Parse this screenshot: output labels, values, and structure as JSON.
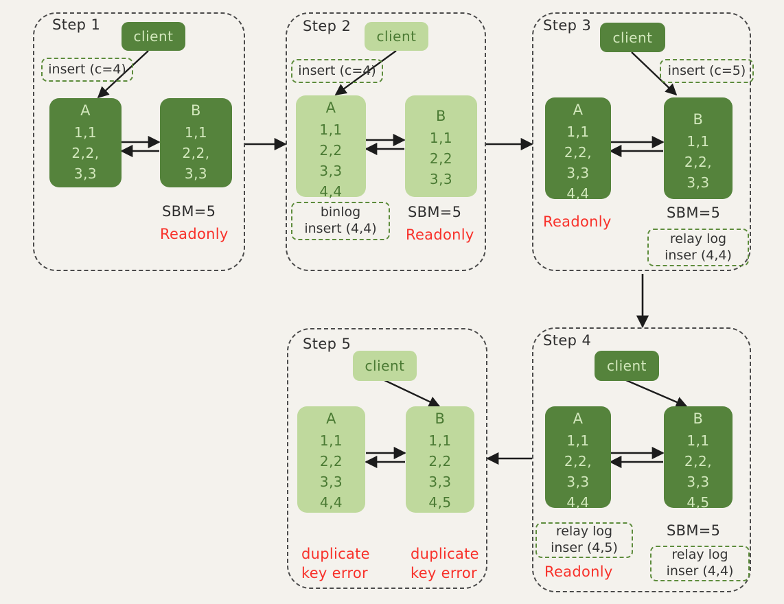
{
  "diagram": {
    "title_steps": [
      "Step 1",
      "Step 2",
      "Step 3",
      "Step 4",
      "Step 5"
    ],
    "client_label": "client",
    "node_a_label": "A",
    "node_b_label": "B",
    "colors": {
      "background": "#f4f2ed",
      "dark_green": "#55833c",
      "light_green": "#bfd99d",
      "dark_green_text": "#d3e8bd",
      "light_green_text": "#4a7a33",
      "note_border": "#5d8c3c",
      "panel_border": "#4a4a4a",
      "error_red": "#f8312a",
      "text": "#2f2f2f"
    }
  },
  "steps": [
    {
      "id": "step1",
      "title": "Step 1",
      "client": "client",
      "client_fill": "dark",
      "note_top": "insert (c=4)",
      "a": {
        "name": "A",
        "rows": [
          "1,1",
          "2,2,",
          "3,3"
        ],
        "fill": "dark"
      },
      "b": {
        "name": "B",
        "rows": [
          "1,1",
          "2,2,",
          "3,3"
        ],
        "fill": "dark"
      },
      "b_sbm": "SBM=5",
      "b_status": "Readonly"
    },
    {
      "id": "step2",
      "title": "Step 2",
      "client": "client",
      "client_fill": "light",
      "note_top": "insert (c=4)",
      "a": {
        "name": "A",
        "rows": [
          "1,1",
          "2,2",
          "3,3",
          "4,4"
        ],
        "fill": "light"
      },
      "b": {
        "name": "B",
        "rows": [
          "1,1",
          "2,2",
          "3,3"
        ],
        "fill": "light"
      },
      "a_note": {
        "line1": "binlog",
        "line2": "insert (4,4)"
      },
      "b_sbm": "SBM=5",
      "b_status": "Readonly"
    },
    {
      "id": "step3",
      "title": "Step 3",
      "client": "client",
      "client_fill": "dark",
      "note_top": "insert (c=5)",
      "a": {
        "name": "A",
        "rows": [
          "1,1",
          "2,2,",
          "3,3",
          "4,4"
        ],
        "fill": "dark"
      },
      "b": {
        "name": "B",
        "rows": [
          "1,1",
          "2,2,",
          "3,3"
        ],
        "fill": "dark"
      },
      "a_status": "Readonly",
      "b_sbm": "SBM=5",
      "b_note": {
        "line1": "relay log",
        "line2": "inser (4,4)"
      }
    },
    {
      "id": "step4",
      "title": "Step 4",
      "client": "client",
      "client_fill": "dark",
      "a": {
        "name": "A",
        "rows": [
          "1,1",
          "2,2,",
          "3,3",
          "4,4"
        ],
        "fill": "dark"
      },
      "b": {
        "name": "B",
        "rows": [
          "1,1",
          "2,2,",
          "3,3",
          "4,5"
        ],
        "fill": "dark"
      },
      "a_note": {
        "line1": "relay log",
        "line2": "inser (4,5)"
      },
      "a_status": "Readonly",
      "b_sbm": "SBM=5",
      "b_note": {
        "line1": "relay log",
        "line2": "inser (4,4)"
      }
    },
    {
      "id": "step5",
      "title": "Step 5",
      "client": "client",
      "client_fill": "light",
      "a": {
        "name": "A",
        "rows": [
          "1,1",
          "2,2",
          "3,3",
          "4,4"
        ],
        "fill": "light"
      },
      "b": {
        "name": "B",
        "rows": [
          "1,1",
          "2,2",
          "3,3",
          "4,5"
        ],
        "fill": "light"
      },
      "a_error": {
        "line1": "duplicate",
        "line2": "key error"
      },
      "b_error": {
        "line1": "duplicate",
        "line2": "key error"
      }
    }
  ]
}
